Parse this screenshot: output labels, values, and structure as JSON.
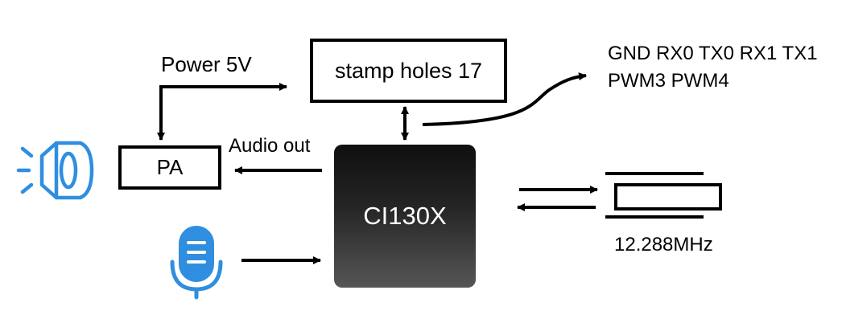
{
  "stamp_holes": {
    "label": "stamp holes 17"
  },
  "power": {
    "label": "Power 5V"
  },
  "pins": {
    "line1": "GND RX0 TX0 RX1 TX1",
    "line2": "PWM3 PWM4"
  },
  "pa": {
    "label": "PA"
  },
  "audio_out": {
    "label": "Audio out"
  },
  "chip": {
    "label": "CI130X"
  },
  "crystal": {
    "label": "12.288MHz"
  },
  "colors": {
    "line": "#000000",
    "icon_blue": "#2f8ee0",
    "chip_dark": "#111111"
  },
  "icons": {
    "speaker": "speaker-icon",
    "microphone": "microphone-icon",
    "crystal": "crystal-oscillator-icon"
  }
}
